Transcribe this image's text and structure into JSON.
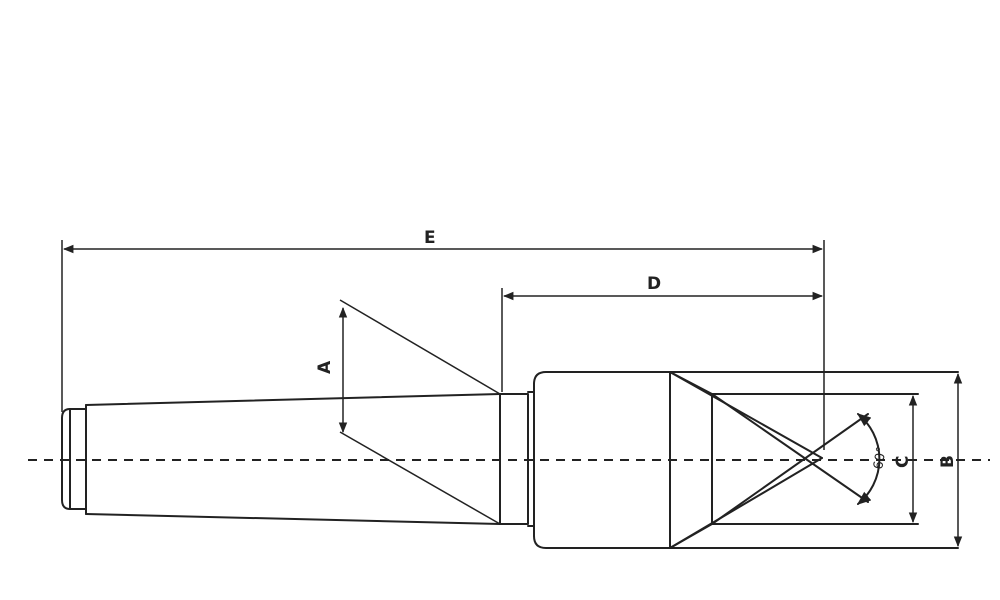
{
  "labels": {
    "e": "E",
    "d": "D",
    "a": "A",
    "b": "B",
    "c": "C",
    "angle": "60°"
  }
}
